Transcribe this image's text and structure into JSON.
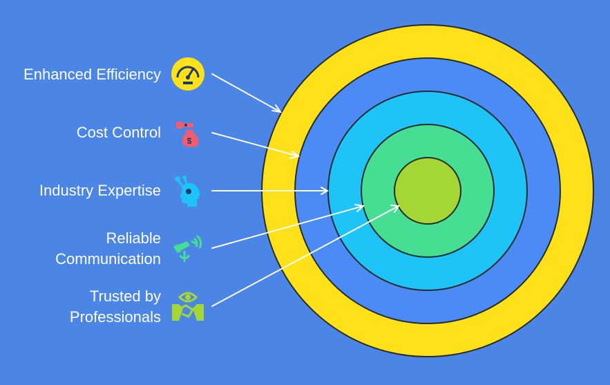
{
  "diagram": {
    "rings": [
      {
        "name": "outer",
        "color": "#FFE11A"
      },
      {
        "name": "ring-2",
        "color": "#4B8BF5"
      },
      {
        "name": "ring-3",
        "color": "#1EC3F7"
      },
      {
        "name": "ring-4",
        "color": "#45DE92"
      },
      {
        "name": "core",
        "color": "#A4D734"
      }
    ],
    "items": [
      {
        "lines": [
          "Enhanced Efficiency"
        ],
        "icon": "speedometer-icon",
        "icon_color": "#FFE11A"
      },
      {
        "lines": [
          "Cost Control"
        ],
        "icon": "money-bag-icon",
        "icon_color": "#F25C6E"
      },
      {
        "lines": [
          "Industry Expertise"
        ],
        "icon": "head-gears-icon",
        "icon_color": "#1EC3F7"
      },
      {
        "lines": [
          "Reliable",
          "Communication"
        ],
        "icon": "antenna-icon",
        "icon_color": "#45DE92"
      },
      {
        "lines": [
          "Trusted by",
          "Professionals"
        ],
        "icon": "handshake-icon",
        "icon_color": "#A4D734"
      }
    ]
  }
}
